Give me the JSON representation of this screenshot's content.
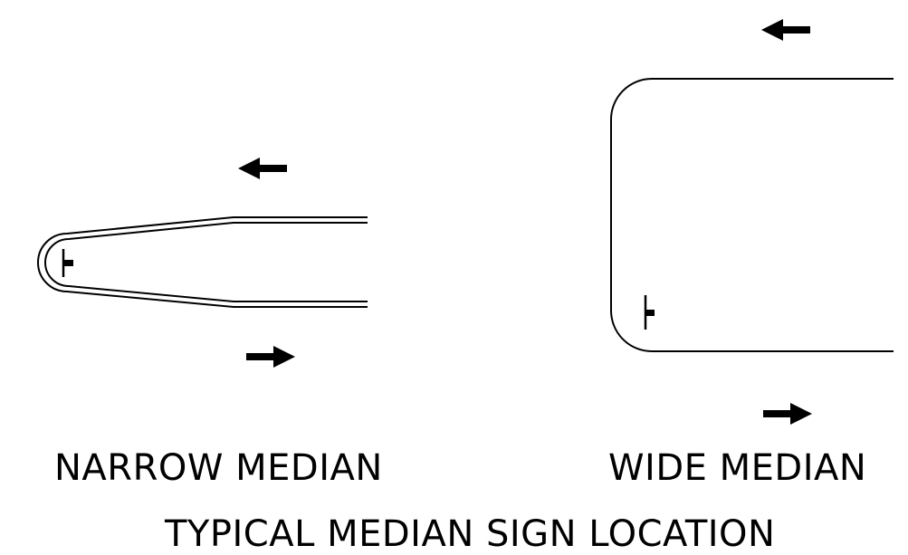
{
  "narrow_median": {
    "label": "NARROW MEDIAN"
  },
  "wide_median": {
    "label": "WIDE MEDIAN"
  },
  "caption": "TYPICAL MEDIAN SIGN LOCATION",
  "colors": {
    "line": "#000000",
    "background": "#ffffff"
  },
  "icons": {
    "arrows": [
      "arrow-left-icon",
      "arrow-right-icon"
    ],
    "sign": "sign-post-icon"
  }
}
